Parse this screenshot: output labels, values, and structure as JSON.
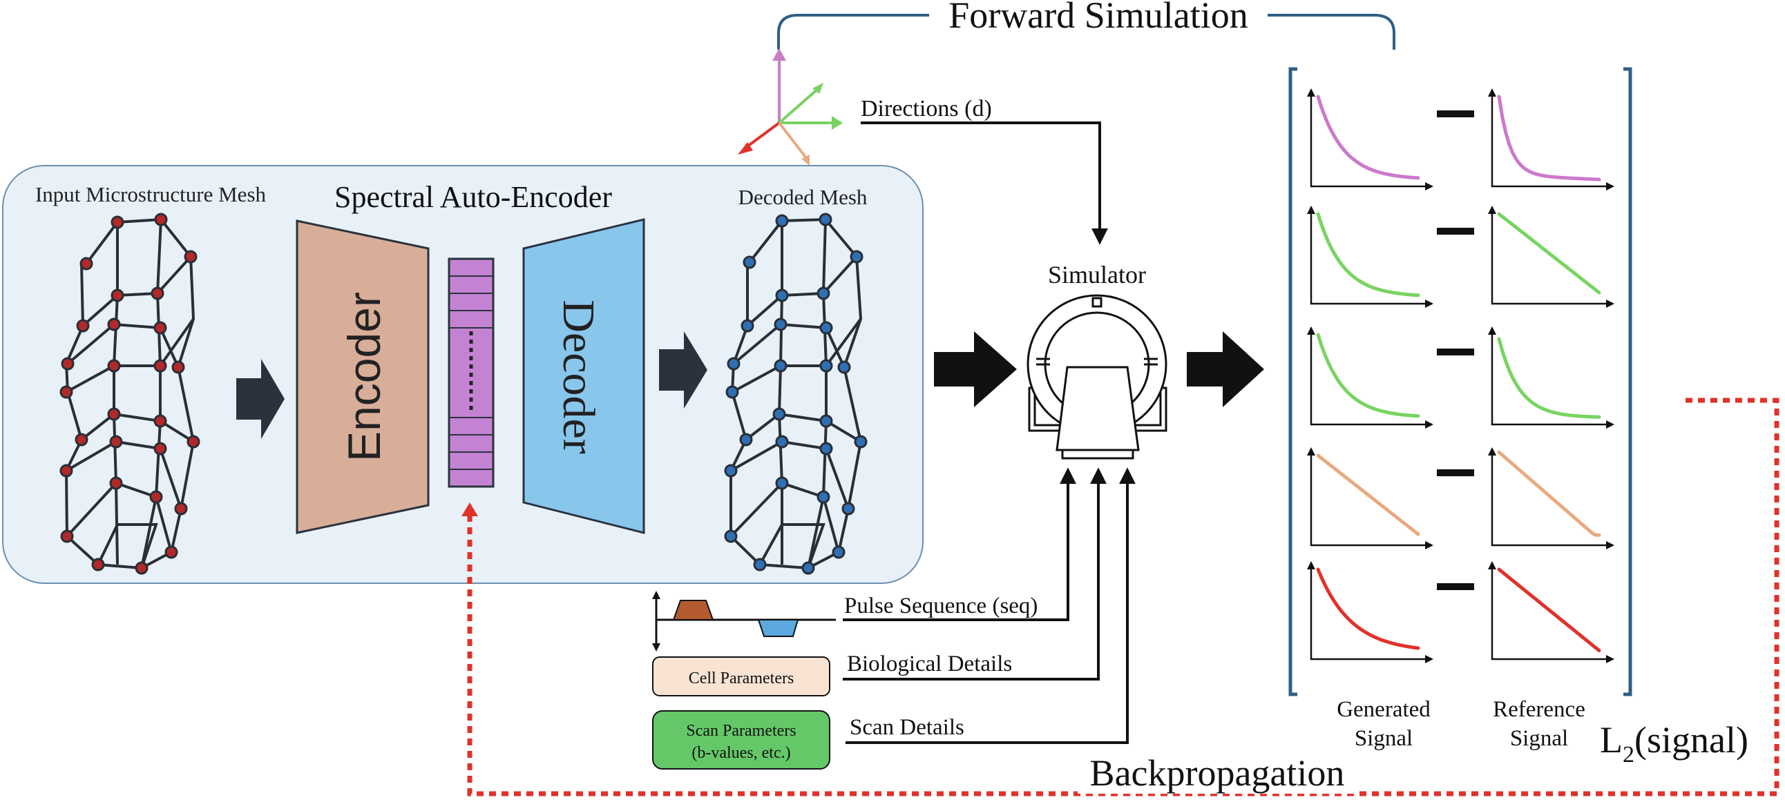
{
  "forward_title": "Forward Simulation",
  "directions_label": "Directions (d)",
  "input_mesh_label": "Input Microstructure Mesh",
  "sae_label": "Spectral Auto-Encoder",
  "encoder_label": "Encoder",
  "decoder_label": "Decoder",
  "decoded_mesh_label": "Decoded Mesh",
  "simulator_label": "Simulator",
  "pulse_label": "Pulse Sequence (seq)",
  "bio_label": "Biological Details",
  "scan_label": "Scan Details",
  "cell_box": "Cell Parameters",
  "scan_box_line1": "Scan Parameters",
  "scan_box_line2": "(b-values, etc.)",
  "generated_line1": "Generated",
  "generated_line2": "Signal",
  "reference_line1": "Reference",
  "reference_line2": "Signal",
  "loss_main": "L",
  "loss_sub": "2",
  "loss_rest": "(signal)",
  "backprop_label": "Backpropagation",
  "colors": {
    "panel_fill": "#e8f0f8",
    "encoder": "#d8ae98",
    "decoder": "#89c6ec",
    "latent": "#c383d2",
    "red_node": "#b32828",
    "blue_node": "#2f6fb3",
    "bracket": "#2f5f85",
    "backprop": "#e0322a",
    "cell_box": "#f9e4d4",
    "scan_box": "#65c868",
    "signal_purple": "#cc78cc",
    "signal_green": "#78d462",
    "signal_orange": "#e8aa80",
    "signal_red": "#e0322a"
  },
  "signal_rows": [
    {
      "color": "signal_purple"
    },
    {
      "color": "signal_green"
    },
    {
      "color": "signal_green"
    },
    {
      "color": "signal_orange"
    },
    {
      "color": "signal_red"
    }
  ]
}
